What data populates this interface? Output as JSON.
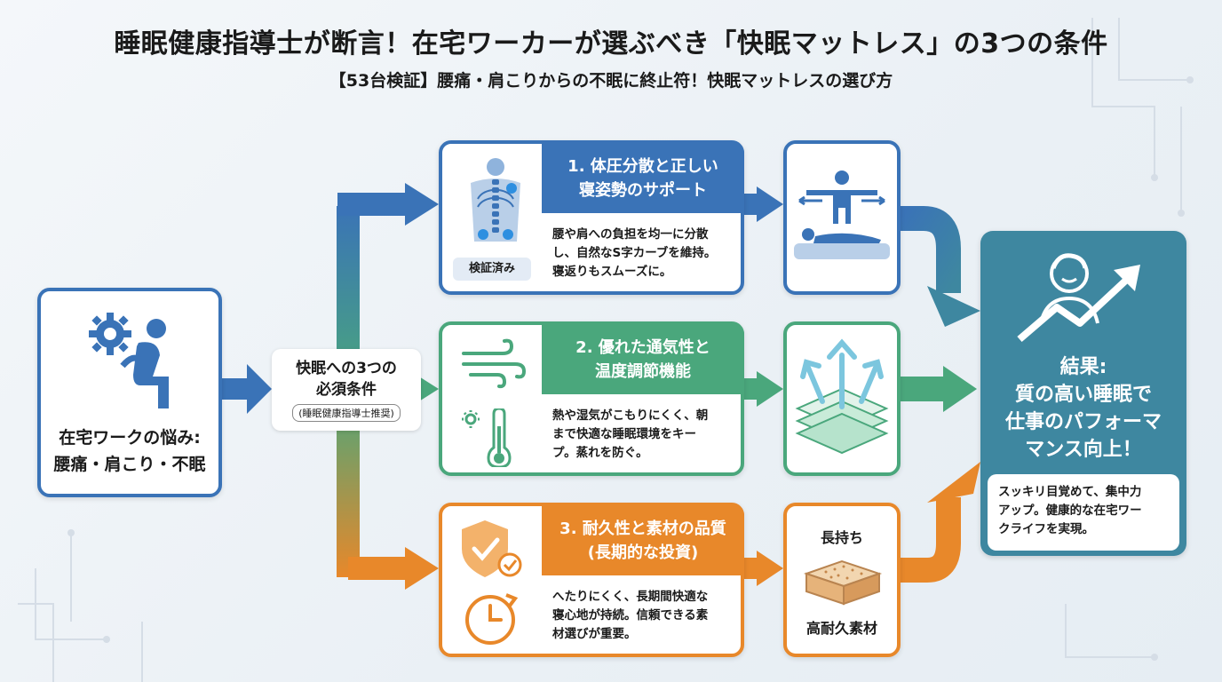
{
  "title": "睡眠健康指導士が断言！在宅ワーカーが選ぶべき「快眠マットレス」の3つの条件",
  "subtitle": "【53台検証】腰痛・肩こりからの不眠に終止符！快眠マットレスの選び方",
  "problem": {
    "line1": "在宅ワークの悩み:",
    "line2": "腰痛・肩こり・不眠",
    "icon": "worker-back-pain-gear-icon"
  },
  "center": {
    "line1": "快眠への3つの",
    "line2": "必須条件",
    "note": "(睡眠健康指導士推奨)"
  },
  "conditions": [
    {
      "title1": "1. 体圧分散と正しい",
      "title2": "寝姿勢のサポート",
      "body1": "腰や肩への負担を均一に分散",
      "body2": "し、自然なS字カーブを維持。",
      "body3": "寝返りもスムーズに。",
      "badge": "検証済み",
      "color": "#3a73b7",
      "icon": "spine-icon"
    },
    {
      "title1": "2. 優れた通気性と",
      "title2": "温度調節機能",
      "body1": "熱や湿気がこもりにくく、朝",
      "body2": "まで快適な睡眠環境をキー",
      "body3": "プ。蒸れを防ぐ。",
      "color": "#4aa77c",
      "icon": "wind-thermometer-icon"
    },
    {
      "title1": "3. 耐久性と素材の品質",
      "title2": "(長期的な投資)",
      "body1": "へたりにくく、長期間快適な",
      "body2": "寝心地が持続。信頼できる素",
      "body3": "材選びが重要。",
      "color": "#e8882a",
      "icon": "shield-check-clock-icon"
    }
  ],
  "visuals": {
    "v1_icon": "posture-sleeping-person-icon",
    "v2_icon": "breathable-layers-icon",
    "v3_label_top": "長持ち",
    "v3_label_bottom": "高耐久素材",
    "v3_icon": "mattress-icon"
  },
  "result": {
    "line1": "結果:",
    "line2": "質の高い睡眠で",
    "line3": "仕事のパフォーマ",
    "line4": "マンス向上！",
    "body1": "スッキリ目覚めて、集中力",
    "body2": "アップ。健康的な在宅ワー",
    "body3": "クライフを実現。",
    "icon": "person-growth-arrow-icon",
    "color": "#3e87a0"
  }
}
